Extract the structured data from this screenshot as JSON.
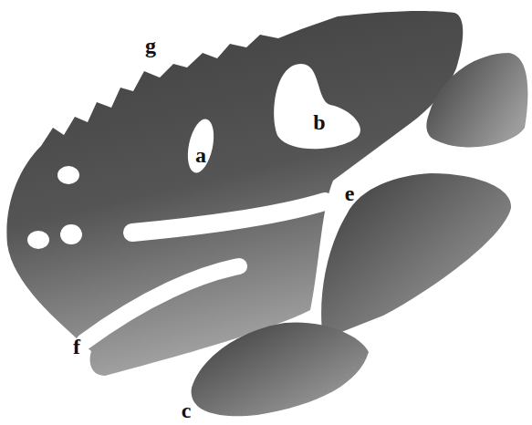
{
  "diagram": {
    "labels": [
      "g",
      "a",
      "b",
      "e",
      "f",
      "c"
    ]
  }
}
